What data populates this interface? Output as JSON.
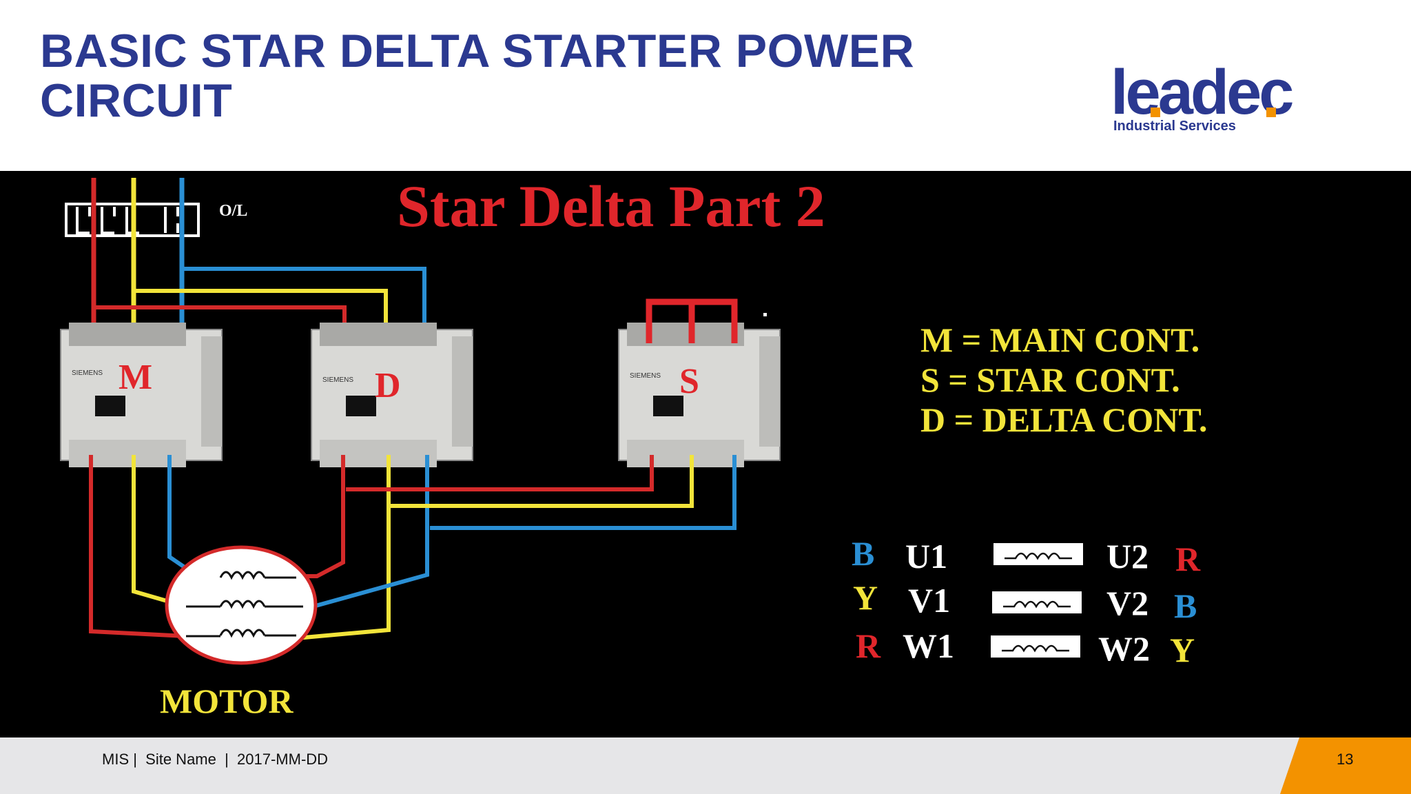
{
  "slide": {
    "title": "BASIC STAR DELTA STARTER POWER CIRCUIT"
  },
  "logo": {
    "word": "leadec",
    "subtitle": "Industrial Services",
    "brand_color": "#2b3990",
    "accent_color": "#f39200"
  },
  "diagram": {
    "heading": "Star Delta Part 2",
    "overload_label": "O/L",
    "contactor_brand": "SIEMENS",
    "contactors": [
      {
        "letter": "M"
      },
      {
        "letter": "D"
      },
      {
        "letter": "S"
      }
    ],
    "legend": [
      "M = MAIN CONT.",
      "S = STAR CONT.",
      "D = DELTA CONT."
    ],
    "windings": [
      {
        "left_color_letter": "B",
        "start": "U1",
        "end": "U2",
        "right_color_letter": "R"
      },
      {
        "left_color_letter": "Y",
        "start": "V1",
        "end": "V2",
        "right_color_letter": "B"
      },
      {
        "left_color_letter": "R",
        "start": "W1",
        "end": "W2",
        "right_color_letter": "Y"
      }
    ],
    "motor_label": "MOTOR",
    "wire_colors": {
      "red": "#d42a2a",
      "yellow": "#f2e43a",
      "blue": "#2a8fd4"
    }
  },
  "footer": {
    "text": "MIS |  Site Name  |  2017-MM-DD",
    "page_number": "13"
  }
}
